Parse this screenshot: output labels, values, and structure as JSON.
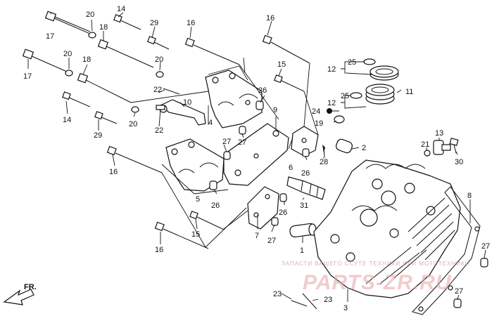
{
  "callouts": [
    {
      "id": "c20a",
      "text": "20"
    },
    {
      "id": "c14a",
      "text": "14"
    },
    {
      "id": "c29a",
      "text": "29"
    },
    {
      "id": "c16a",
      "text": "16"
    },
    {
      "id": "c16b",
      "text": "16"
    },
    {
      "id": "c17a",
      "text": "17"
    },
    {
      "id": "c18a",
      "text": "18"
    },
    {
      "id": "c20b",
      "text": "20"
    },
    {
      "id": "c17b",
      "text": "17"
    },
    {
      "id": "c18b",
      "text": "18"
    },
    {
      "id": "c20c",
      "text": "20"
    },
    {
      "id": "c22a",
      "text": "22"
    },
    {
      "id": "c10",
      "text": "10"
    },
    {
      "id": "c22b",
      "text": "22"
    },
    {
      "id": "c14b",
      "text": "14"
    },
    {
      "id": "c29b",
      "text": "29"
    },
    {
      "id": "c20d",
      "text": "20"
    },
    {
      "id": "c4",
      "text": "4"
    },
    {
      "id": "c26a",
      "text": "26"
    },
    {
      "id": "c9",
      "text": "9"
    },
    {
      "id": "c15a",
      "text": "15"
    },
    {
      "id": "c12a",
      "text": "12"
    },
    {
      "id": "c25a",
      "text": "25"
    },
    {
      "id": "c11",
      "text": "11"
    },
    {
      "id": "c12b",
      "text": "12"
    },
    {
      "id": "c25b",
      "text": "25"
    },
    {
      "id": "c24",
      "text": "24"
    },
    {
      "id": "c19",
      "text": "19"
    },
    {
      "id": "c27a",
      "text": "27"
    },
    {
      "id": "c27b",
      "text": "27"
    },
    {
      "id": "c2",
      "text": "2"
    },
    {
      "id": "c6",
      "text": "6"
    },
    {
      "id": "c26b",
      "text": "26"
    },
    {
      "id": "c28",
      "text": "28"
    },
    {
      "id": "c13",
      "text": "13"
    },
    {
      "id": "c21",
      "text": "21"
    },
    {
      "id": "c30",
      "text": "30"
    },
    {
      "id": "c16c",
      "text": "16"
    },
    {
      "id": "c5",
      "text": "5"
    },
    {
      "id": "c26c",
      "text": "26"
    },
    {
      "id": "c31",
      "text": "31"
    },
    {
      "id": "c26d",
      "text": "26"
    },
    {
      "id": "c8",
      "text": "8"
    },
    {
      "id": "c15b",
      "text": "15"
    },
    {
      "id": "c7",
      "text": "7"
    },
    {
      "id": "c27c",
      "text": "27"
    },
    {
      "id": "c1",
      "text": "1"
    },
    {
      "id": "c16d",
      "text": "16"
    },
    {
      "id": "c27d",
      "text": "27"
    },
    {
      "id": "c23a",
      "text": "23"
    },
    {
      "id": "c23b",
      "text": "23"
    },
    {
      "id": "c3",
      "text": "3"
    },
    {
      "id": "c27e",
      "text": "27"
    }
  ],
  "direction_label": "FR.",
  "watermark": {
    "main": "PARTS-ZR.RU",
    "sub": "ЗАПАСТИ ВАШЕГО ССУТЕ ТЕХНИКИ ИЛИ МОТОТЕХНИКИ"
  },
  "colors": {
    "ink": "#111111",
    "paper": "#ffffff",
    "watermark": "#e7a3a3"
  }
}
